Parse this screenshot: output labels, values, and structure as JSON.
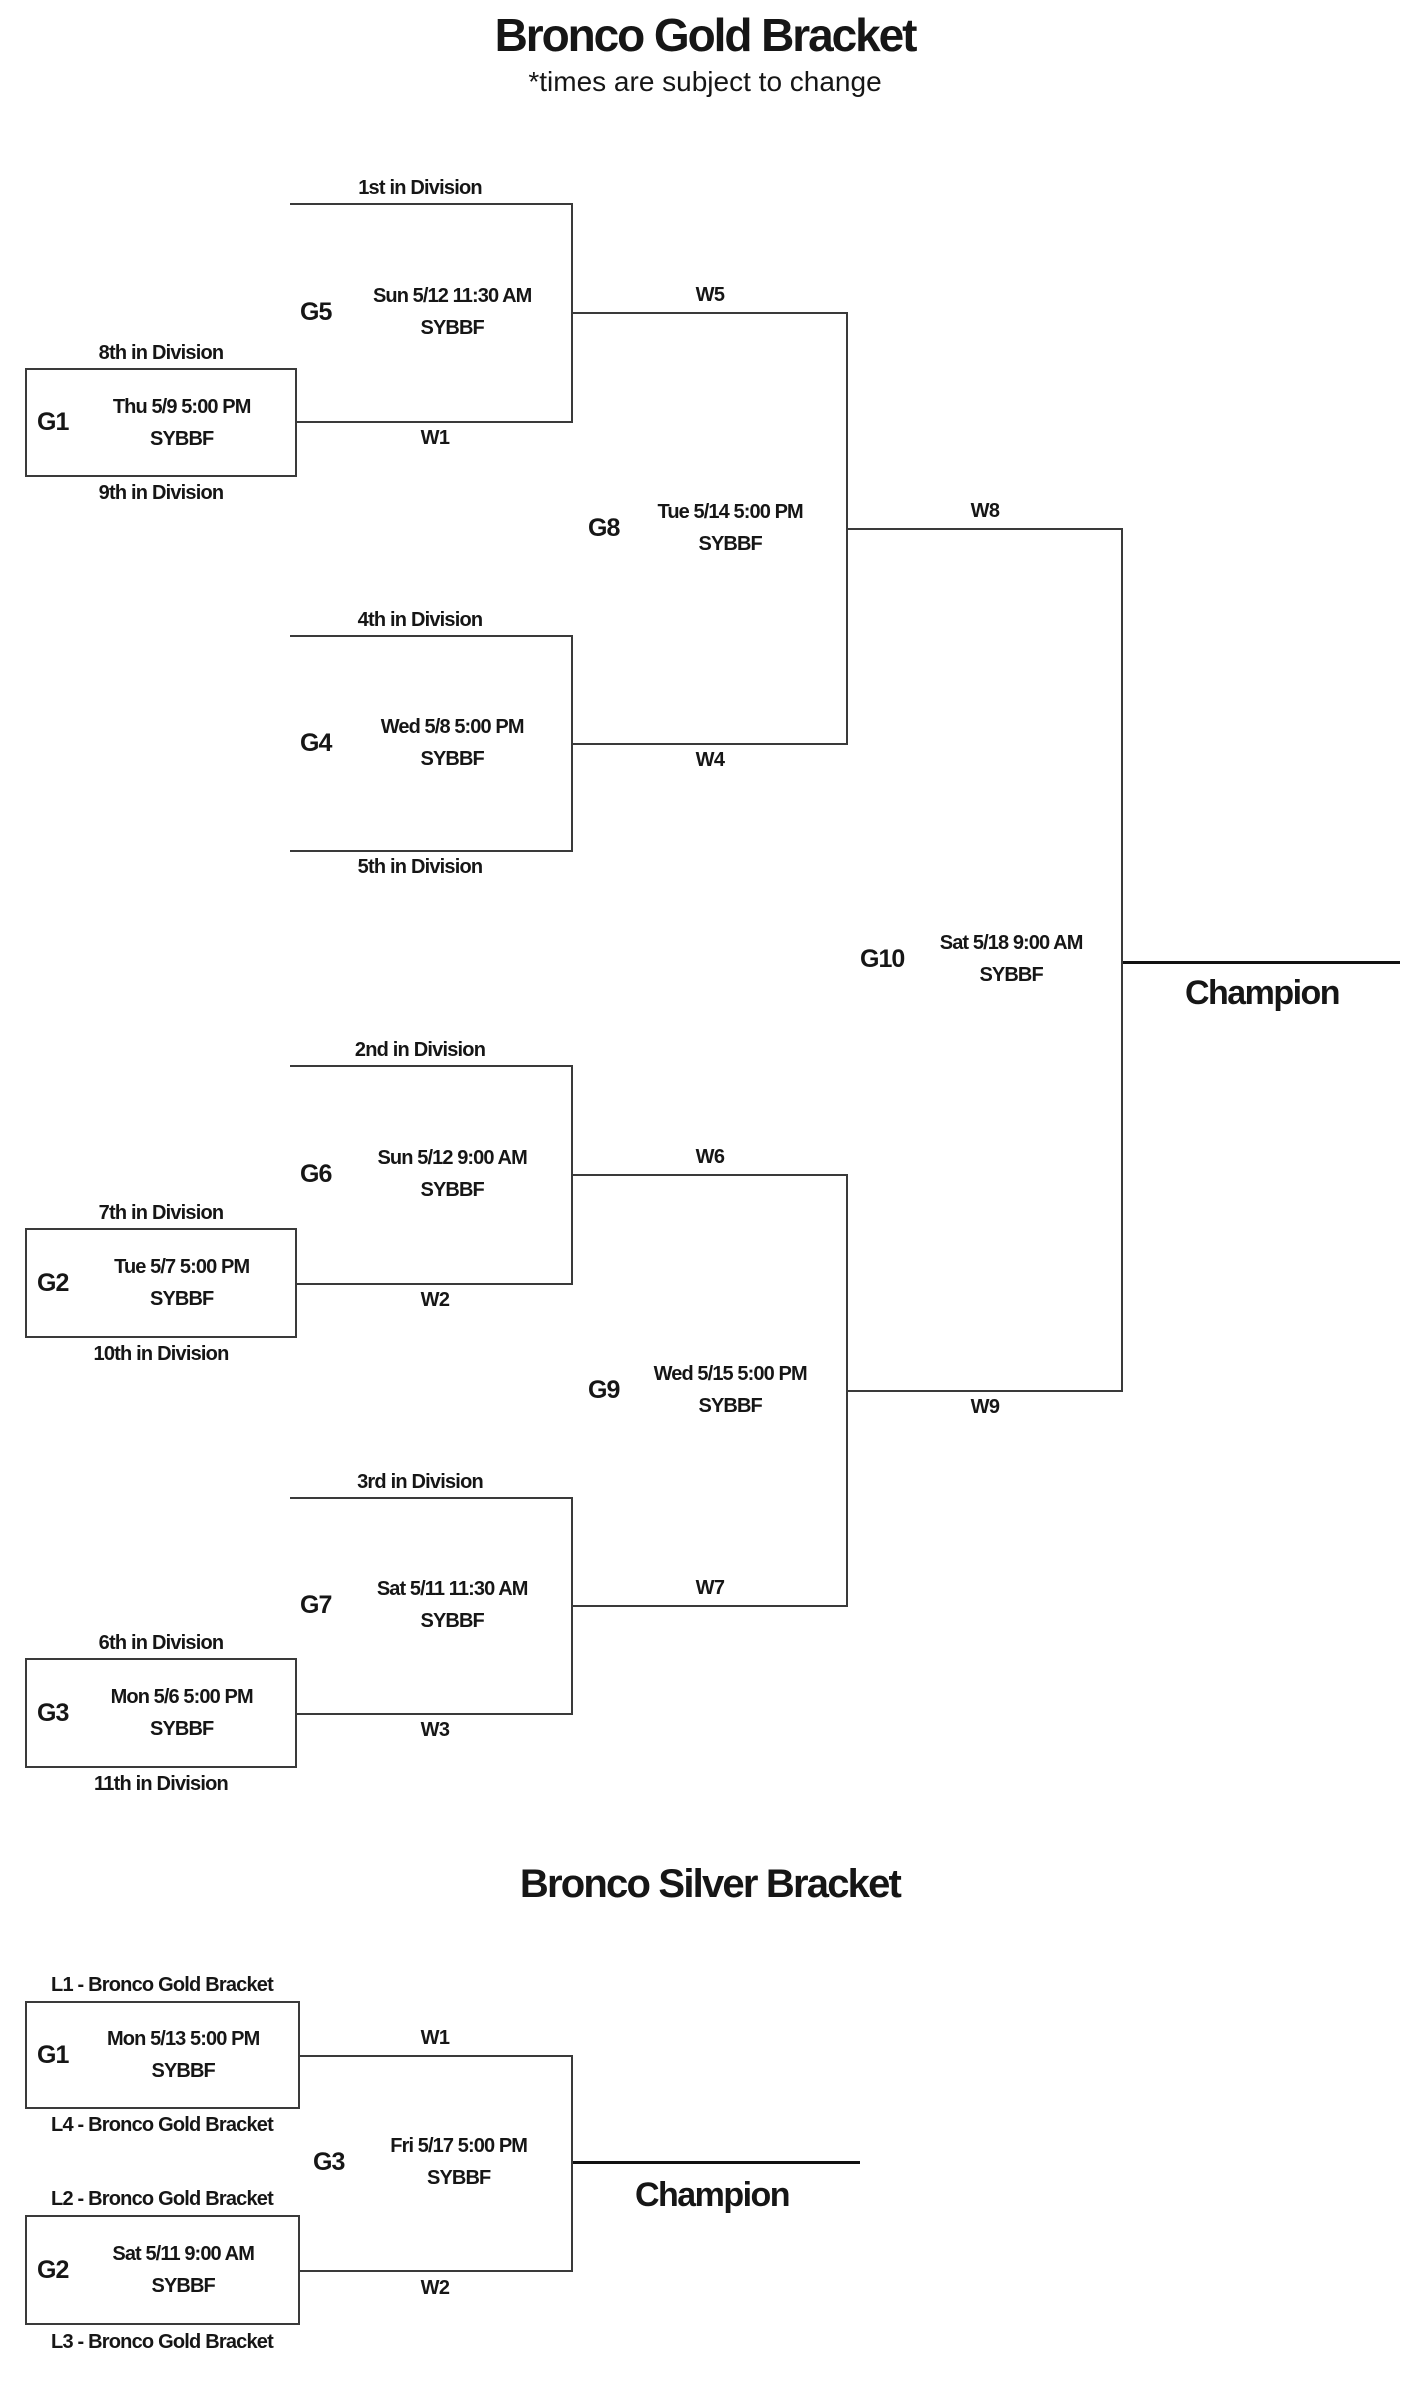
{
  "gold": {
    "title": "Bronco Gold Bracket",
    "subtitle": "*times are subject to change",
    "champion_label": "Champion",
    "games": {
      "g1": {
        "id": "G1",
        "when": "Thu 5/9 5:00 PM",
        "venue": "SYBBF",
        "top_seed": "8th in Division",
        "bottom_seed": "9th in Division",
        "winner": "W1"
      },
      "g2": {
        "id": "G2",
        "when": "Tue 5/7 5:00 PM",
        "venue": "SYBBF",
        "top_seed": "7th in Division",
        "bottom_seed": "10th in Division",
        "winner": "W2"
      },
      "g3": {
        "id": "G3",
        "when": "Mon 5/6 5:00 PM",
        "venue": "SYBBF",
        "top_seed": "6th in Division",
        "bottom_seed": "11th in Division",
        "winner": "W3"
      },
      "g4": {
        "id": "G4",
        "when": "Wed 5/8 5:00 PM",
        "venue": "SYBBF",
        "top_seed": "4th in Division",
        "bottom_seed": "5th in Division",
        "winner": "W4"
      },
      "g5": {
        "id": "G5",
        "when": "Sun 5/12 11:30 AM",
        "venue": "SYBBF",
        "top_seed": "1st in Division",
        "winner": "W5"
      },
      "g6": {
        "id": "G6",
        "when": "Sun 5/12 9:00 AM",
        "venue": "SYBBF",
        "top_seed": "2nd in Division",
        "winner": "W6"
      },
      "g7": {
        "id": "G7",
        "when": "Sat 5/11 11:30 AM",
        "venue": "SYBBF",
        "top_seed": "3rd in Division",
        "winner": "W7"
      },
      "g8": {
        "id": "G8",
        "when": "Tue 5/14 5:00 PM",
        "venue": "SYBBF",
        "winner": "W8"
      },
      "g9": {
        "id": "G9",
        "when": "Wed 5/15 5:00 PM",
        "venue": "SYBBF",
        "winner": "W9"
      },
      "g10": {
        "id": "G10",
        "when": "Sat 5/18 9:00 AM",
        "venue": "SYBBF"
      }
    }
  },
  "silver": {
    "title": "Bronco Silver Bracket",
    "champion_label": "Champion",
    "games": {
      "g1": {
        "id": "G1",
        "when": "Mon 5/13 5:00 PM",
        "venue": "SYBBF",
        "top_seed": "L1 - Bronco Gold Bracket",
        "bottom_seed": "L4 - Bronco Gold Bracket",
        "winner": "W1"
      },
      "g2": {
        "id": "G2",
        "when": "Sat 5/11 9:00 AM",
        "venue": "SYBBF",
        "top_seed": "L2 - Bronco Gold Bracket",
        "bottom_seed": "L3 - Bronco Gold Bracket",
        "winner": "W2"
      },
      "g3": {
        "id": "G3",
        "when": "Fri 5/17 5:00 PM",
        "venue": "SYBBF"
      }
    }
  }
}
